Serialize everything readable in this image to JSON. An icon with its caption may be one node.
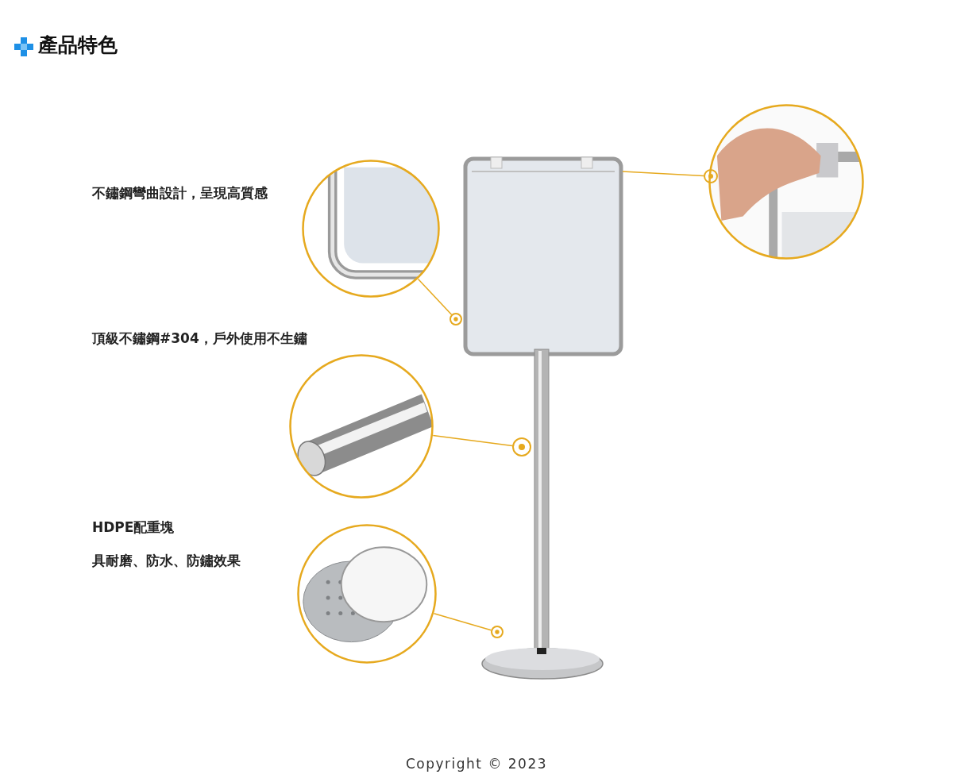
{
  "diagram": {
    "title": "產品特色",
    "nodes": [
      {
        "text": [],
        "shape": "picture"
      },
      {
        "text": [],
        "shape": "picture",
        "beside": [
          "不鏽鋼彎曲設計，呈現高質感"
        ]
      },
      {
        "text": [],
        "shape": "picture",
        "beside": [
          "頂級不鏽鋼#304，戶外使用不生鏽"
        ]
      },
      {
        "text": [],
        "shape": "picture",
        "beside": [
          "HDPE配重塊",
          "具耐磨、防水、防鏽效果"
        ]
      },
      {
        "text": [],
        "shape": "picture"
      },
      {
        "text": [],
        "shape": "circle"
      },
      {
        "text": [],
        "shape": "circle",
        "in": 0
      },
      {
        "text": [],
        "shape": "circle",
        "in": 0
      },
      {
        "text": [],
        "shape": "circle"
      }
    ],
    "edges": [
      {
        "from": 1,
        "to": 5,
        "arrow": "none"
      },
      {
        "from": 2,
        "to": 6,
        "arrow": "none"
      },
      {
        "from": 3,
        "to": 7,
        "arrow": "none"
      },
      {
        "from": 0,
        "to": 8,
        "arrow": "none"
      }
    ],
    "labels": [
      "Copyright © 2023"
    ]
  }
}
